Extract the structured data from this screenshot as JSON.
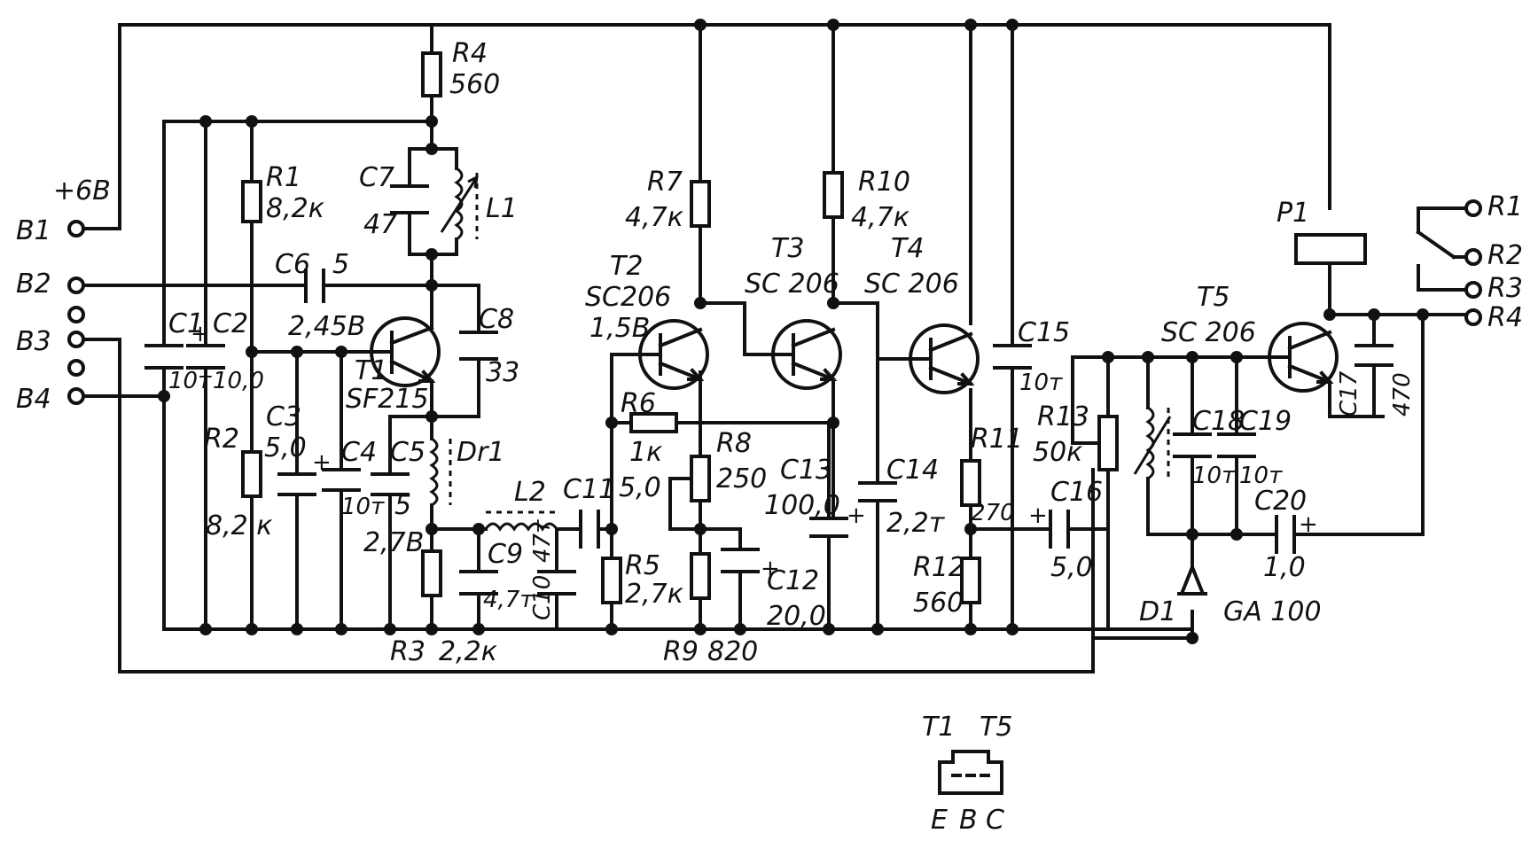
{
  "supply": {
    "label": "+6B"
  },
  "inputs": [
    "B1",
    "B2",
    "B3",
    "B4"
  ],
  "relay_outputs": [
    "R1",
    "R2",
    "R3",
    "R4"
  ],
  "relay": {
    "ref": "P1"
  },
  "transistors": {
    "T1": {
      "ref": "T1",
      "type": "SF215",
      "voltage": "2,45B"
    },
    "T2": {
      "ref": "T2",
      "type": "SC206",
      "voltage": "1,5B"
    },
    "T3": {
      "ref": "T3",
      "type": "SC 206"
    },
    "T4": {
      "ref": "T4",
      "type": "SC 206"
    },
    "T5": {
      "ref": "T5",
      "type": "SC 206"
    }
  },
  "resistors": {
    "R1": {
      "ref": "R1",
      "value": "8,2к"
    },
    "R2": {
      "ref": "R2",
      "value": "8,2 к"
    },
    "R3": {
      "ref": "R3",
      "value": "2,2к"
    },
    "R4": {
      "ref": "R4",
      "value": "560"
    },
    "R5": {
      "ref": "R5",
      "value": "2,7к"
    },
    "R6": {
      "ref": "R6",
      "value": "1к"
    },
    "R7": {
      "ref": "R7",
      "value": "4,7к"
    },
    "R8": {
      "ref": "R8",
      "value": "250"
    },
    "R9": {
      "ref": "R9",
      "value": "820"
    },
    "R10": {
      "ref": "R10",
      "value": "4,7к"
    },
    "R11": {
      "ref": "R11",
      "value": "270"
    },
    "R12": {
      "ref": "R12",
      "value": "560"
    },
    "R13": {
      "ref": "R13",
      "value": "50к"
    }
  },
  "capacitors": {
    "C1": {
      "ref": "C1",
      "value": "10т"
    },
    "C2": {
      "ref": "C2",
      "value": "10,0"
    },
    "C3": {
      "ref": "C3",
      "value": "5,0"
    },
    "C4": {
      "ref": "C4",
      "value": "10т"
    },
    "C5": {
      "ref": "C5",
      "value": "5"
    },
    "C6": {
      "ref": "C6",
      "value": "5"
    },
    "C7": {
      "ref": "C7",
      "value": "47"
    },
    "C8": {
      "ref": "C8",
      "value": "33"
    },
    "C9": {
      "ref": "C9",
      "value": "4,7т"
    },
    "C10": {
      "ref": "C10",
      "value": "47т"
    },
    "C11": {
      "ref": "C11",
      "value": "5,0"
    },
    "C12": {
      "ref": "C12",
      "value": "20,0"
    },
    "C13": {
      "ref": "C13",
      "value": "100,0"
    },
    "C14": {
      "ref": "C14",
      "value": "2,2т"
    },
    "C15": {
      "ref": "C15",
      "value": "10т"
    },
    "C16": {
      "ref": "C16",
      "value": "5,0"
    },
    "C17": {
      "ref": "C17",
      "value": "470"
    },
    "C18": {
      "ref": "C18",
      "value": "10т"
    },
    "C19": {
      "ref": "C19",
      "value": "10т"
    },
    "C20": {
      "ref": "C20",
      "value": "1,0"
    }
  },
  "inductors": {
    "L1": {
      "ref": "L1"
    },
    "L2": {
      "ref": "L2"
    },
    "Dr1": {
      "ref": "Dr1"
    }
  },
  "diode": {
    "ref": "D1",
    "type": "GA 100"
  },
  "node_voltage": "2,7B",
  "pinout": {
    "title_left": "T1",
    "title_right": "T5",
    "pins": [
      "E",
      "B",
      "C"
    ]
  },
  "colors": {
    "ink": "#111111",
    "paper": "#ffffff"
  }
}
